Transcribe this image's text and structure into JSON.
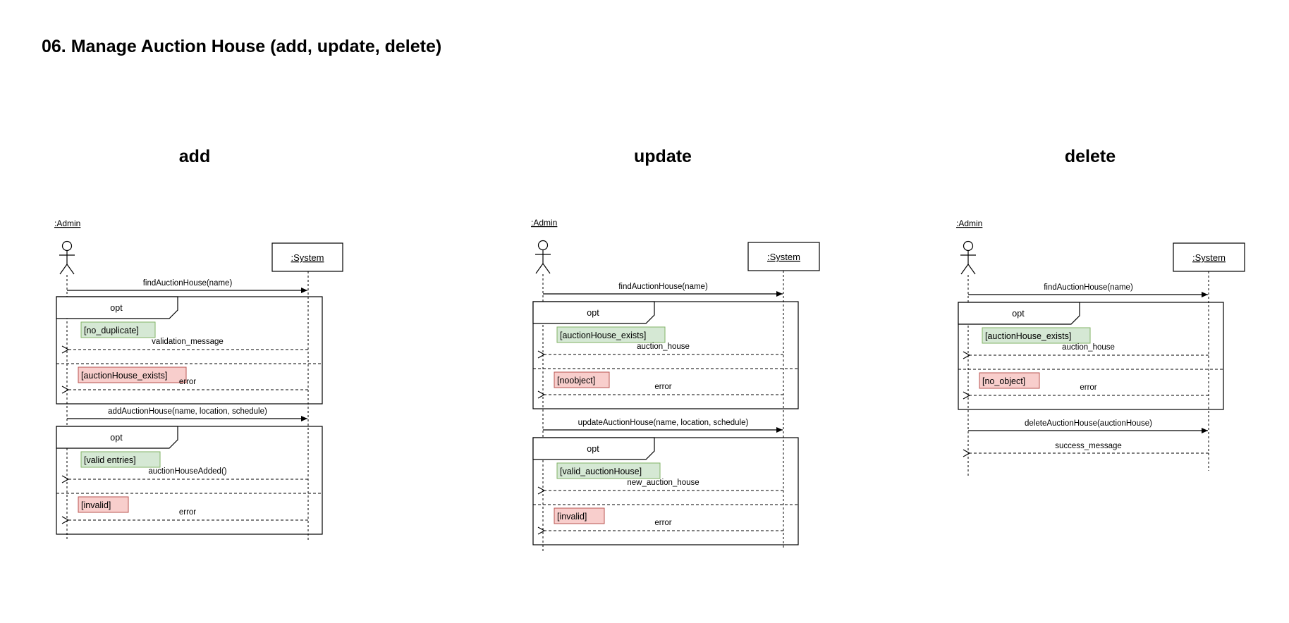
{
  "page_title": "06. Manage Auction House (add, update, delete)",
  "colors": {
    "guard_ok_fill": "#d5e8d4",
    "guard_ok_stroke": "#82b366",
    "guard_err_fill": "#f8cecc",
    "guard_err_stroke": "#b85450",
    "line": "#000000"
  },
  "diagrams": [
    {
      "title": "add",
      "actor": ":Admin",
      "system": ":System",
      "steps": [
        {
          "kind": "call",
          "label": "findAuctionHouse(name)"
        },
        {
          "kind": "opt",
          "label": "opt",
          "branches": [
            {
              "guard": "[no_duplicate]",
              "status": "ok",
              "reply": "validation_message"
            },
            {
              "guard": "[auctionHouse_exists]",
              "status": "error",
              "reply": "error"
            }
          ]
        },
        {
          "kind": "call",
          "label": "addAuctionHouse(name, location, schedule)"
        },
        {
          "kind": "opt",
          "label": "opt",
          "branches": [
            {
              "guard": "[valid entries]",
              "status": "ok",
              "reply": "auctionHouseAdded()"
            },
            {
              "guard": "[invalid]",
              "status": "error",
              "reply": "error"
            }
          ]
        }
      ]
    },
    {
      "title": "update",
      "actor": ":Admin",
      "system": ":System",
      "steps": [
        {
          "kind": "call",
          "label": "findAuctionHouse(name)"
        },
        {
          "kind": "opt",
          "label": "opt",
          "branches": [
            {
              "guard": "[auctionHouse_exists]",
              "status": "ok",
              "reply": "auction_house"
            },
            {
              "guard": "[noobject]",
              "status": "error",
              "reply": "error"
            }
          ]
        },
        {
          "kind": "call",
          "label": "updateAuctionHouse(name, location, schedule)"
        },
        {
          "kind": "opt",
          "label": "opt",
          "branches": [
            {
              "guard": "[valid_auctionHouse]",
              "status": "ok",
              "reply": "new_auction_house"
            },
            {
              "guard": "[invalid]",
              "status": "error",
              "reply": "error"
            }
          ]
        }
      ]
    },
    {
      "title": "delete",
      "actor": ":Admin",
      "system": ":System",
      "steps": [
        {
          "kind": "call",
          "label": "findAuctionHouse(name)"
        },
        {
          "kind": "opt",
          "label": "opt",
          "branches": [
            {
              "guard": "[auctionHouse_exists]",
              "status": "ok",
              "reply": "auction_house"
            },
            {
              "guard": "[no_object]",
              "status": "error",
              "reply": "error"
            }
          ]
        },
        {
          "kind": "call",
          "label": "deleteAuctionHouse(auctionHouse)"
        },
        {
          "kind": "reply",
          "label": "success_message"
        }
      ]
    }
  ]
}
